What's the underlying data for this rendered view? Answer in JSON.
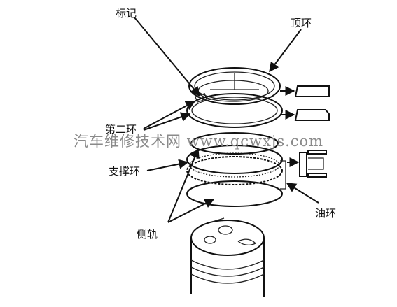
{
  "labels": {
    "mark": "标记",
    "top_ring": "顶环",
    "second_ring": "第二环",
    "support_ring": "支撑环",
    "side_rail": "侧轨",
    "oil_ring": "油环"
  },
  "watermark": "汽车维修技术网 www.qcwxjs.com"
}
